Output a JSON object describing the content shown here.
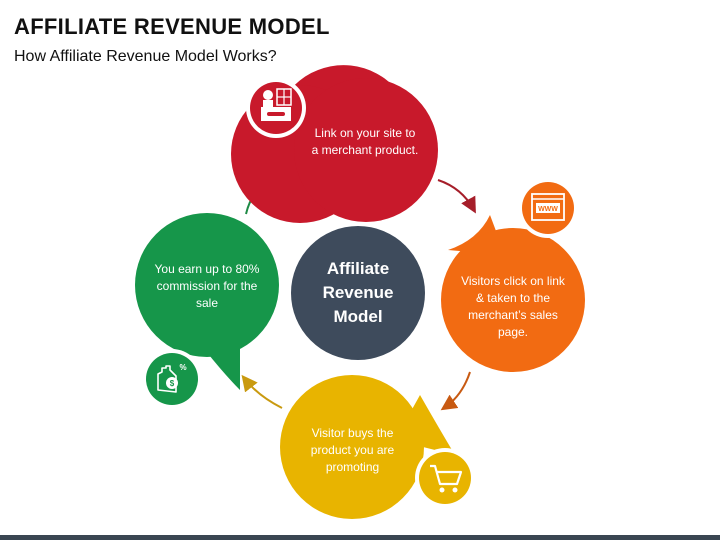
{
  "title": "AFFILIATE REVENUE MODEL",
  "subtitle": "How Affiliate Revenue Model Works?",
  "center": {
    "line1": "Affiliate",
    "line2": "Revenue",
    "line3": "Model"
  },
  "steps": [
    {
      "text": "Link on your site to a merchant product.",
      "color": "#c8192b",
      "icon": "merchant-store-icon"
    },
    {
      "text": "Visitors click on link & taken to the merchant’s sales page.",
      "color": "#f26b12",
      "icon": "www-browser-icon"
    },
    {
      "text": "Visitor buys the product you are promoting",
      "color": "#e8b400",
      "icon": "shopping-cart-icon"
    },
    {
      "text": "You earn up to 80% commission for the sale",
      "color": "#16964a",
      "icon": "hand-coin-commission-icon"
    }
  ],
  "icon_labels": {
    "www": "WWW",
    "percent": "%",
    "dollar": "$"
  },
  "colors": {
    "center": "#3e4b5c",
    "bottom_bar": "#3a4652"
  }
}
